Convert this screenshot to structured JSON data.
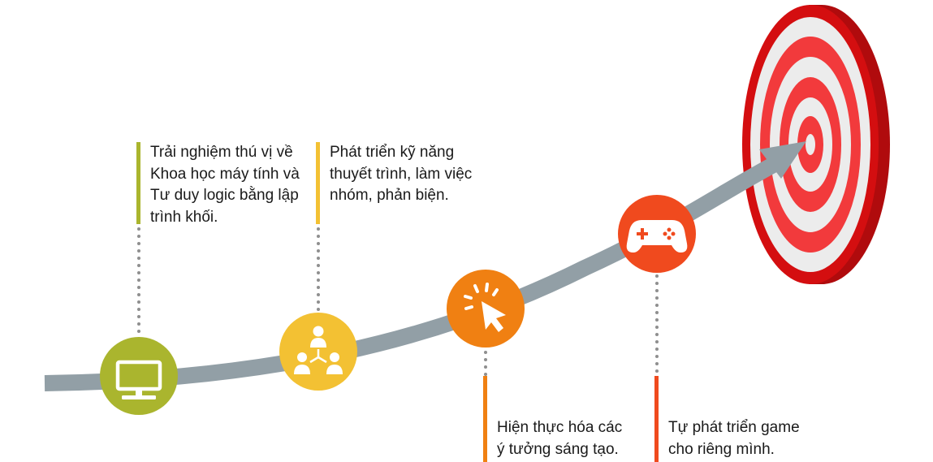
{
  "colors": {
    "path": "#929fa6",
    "step1": "#aab52e",
    "step2": "#f3c133",
    "step3": "#f08012",
    "step4": "#f04a1e",
    "target_red": "#d40e10",
    "target_light_red": "#f23a3c",
    "target_white": "#ececec",
    "dots": "#8f8f8f"
  },
  "steps": [
    {
      "id": "computer",
      "icon": "monitor-icon",
      "lines": [
        "Trải nghiệm thú vị về",
        "Khoa học máy tính và",
        "Tư duy logic bằng lập",
        "trình khối."
      ]
    },
    {
      "id": "teamwork",
      "icon": "team-network-icon",
      "lines": [
        "Phát triển kỹ năng",
        "thuyết trình, làm việc",
        "nhóm, phản biện."
      ]
    },
    {
      "id": "ideas",
      "icon": "cursor-click-icon",
      "lines": [
        "Hiện thực hóa các",
        "ý tưởng sáng tạo."
      ]
    },
    {
      "id": "game",
      "icon": "gamepad-icon",
      "lines": [
        "Tự phát triển game",
        "cho riêng mình."
      ]
    }
  ],
  "target": {
    "icon": "target-icon"
  }
}
